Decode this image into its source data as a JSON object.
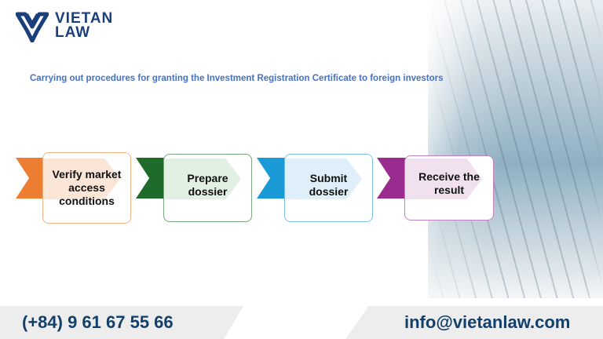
{
  "brand": {
    "line1": "VIETAN",
    "line2": "LAW"
  },
  "title": "Carrying out procedures for granting the Investment Registration Certificate to foreign investors",
  "steps": [
    {
      "label": "Verify market access conditions",
      "color": "#ed7d31",
      "tint": "#fbe5d6"
    },
    {
      "label": "Prepare dossier",
      "color": "#1e6b2a",
      "tint": "#e2efe3"
    },
    {
      "label": "Submit dossier",
      "color": "#1a9ad6",
      "tint": "#deeff9"
    },
    {
      "label": "Receive the result",
      "color": "#9b2c8f",
      "tint": "#f1e1ef"
    }
  ],
  "footer": {
    "phone": "(+84) 9 61 67 55 66",
    "email": "info@vietanlaw.com"
  }
}
